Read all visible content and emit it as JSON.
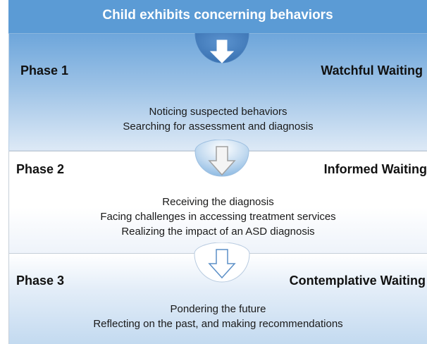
{
  "header": {
    "title": "Child exhibits concerning behaviors"
  },
  "phases": [
    {
      "label": "Phase 1",
      "title": "Watchful Waiting",
      "lines": [
        "Noticing suspected behaviors",
        "Searching for assessment and diagnosis"
      ]
    },
    {
      "label": "Phase 2",
      "title": "Informed Waiting",
      "lines": [
        "Receiving the diagnosis",
        "Facing challenges in accessing treatment services",
        "Realizing the impact of an ASD diagnosis"
      ]
    },
    {
      "label": "Phase 3",
      "title": "Contemplative Waiting",
      "lines": [
        "Pondering the future",
        "Reflecting on the past, and making recommendations"
      ]
    }
  ],
  "colors": {
    "header_blue": "#5b9bd5",
    "circle_dark": "#3f79b9",
    "circle_mid": "#8bb9e2",
    "circle_light": "#ffffff",
    "arrow_outline": "#5b8fc7"
  },
  "icons": [
    "arrow-down-icon",
    "arrow-down-icon",
    "arrow-down-icon"
  ]
}
